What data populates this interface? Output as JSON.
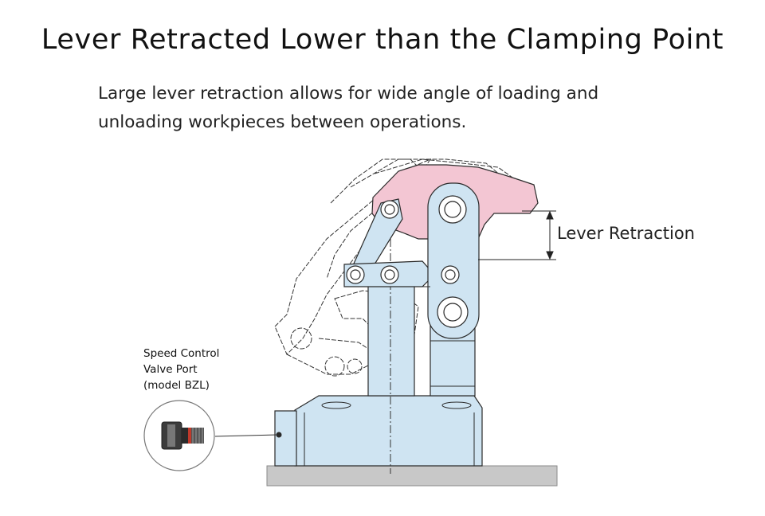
{
  "title": "Lever Retracted Lower than the Clamping Point",
  "subtitle_lines": [
    "Large lever retraction allows for wide angle of loading and",
    "unloading workpieces between operations."
  ],
  "annotations": {
    "lever_retraction": "Lever Retraction",
    "valve_port_lines": [
      "Speed Control",
      "Valve Port",
      "(model BZL)"
    ]
  },
  "colors": {
    "body_fill": "#cfe4f2",
    "lever_highlight": "#f3c6d3",
    "outline": "#2a2a2a",
    "base_plate": "#c8c8c8",
    "ghost_line": "#333333"
  }
}
